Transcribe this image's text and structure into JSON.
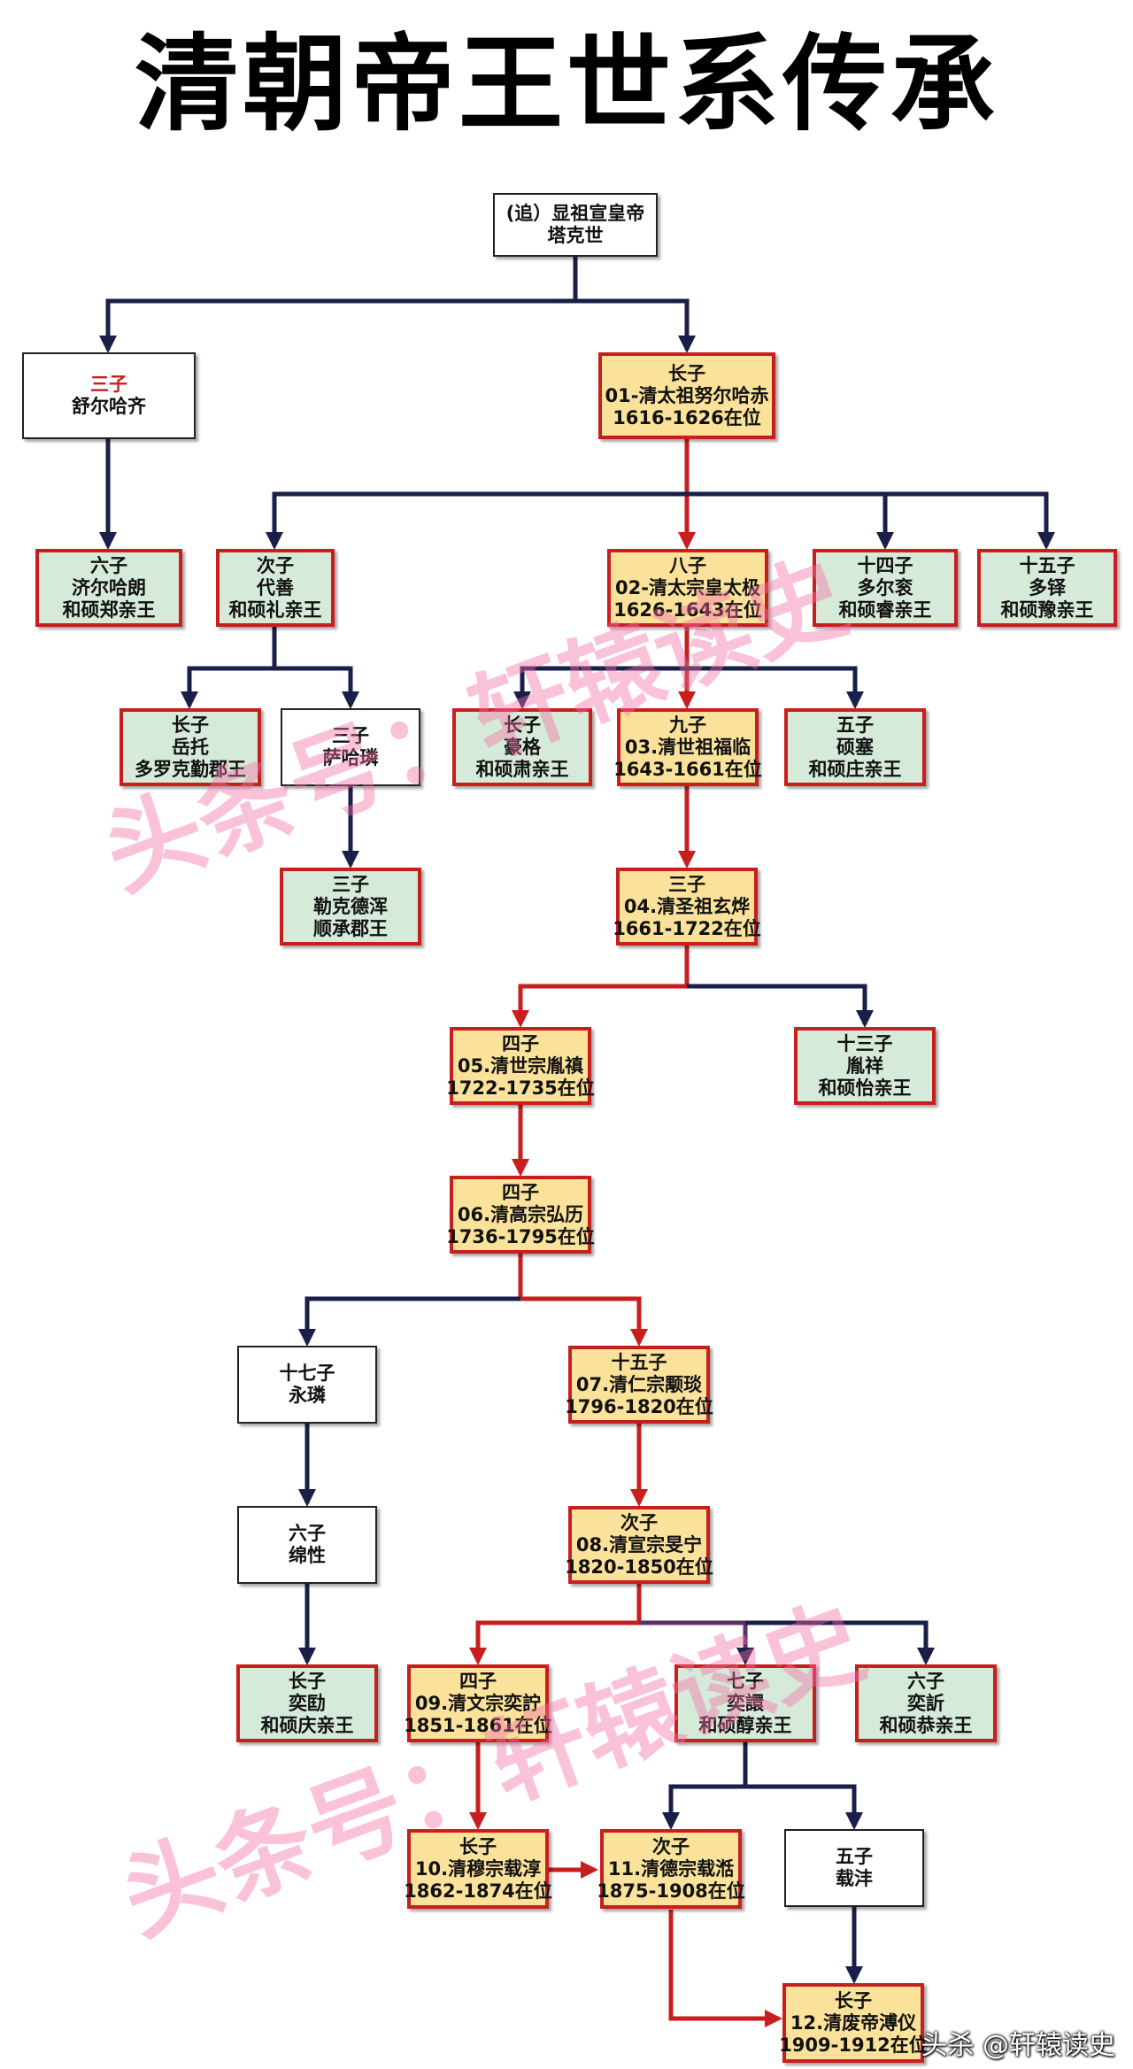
{
  "title": "清朝帝王世系传承",
  "watermark": "头条号：轩辕读史",
  "credit": "头杀 @轩辕读史",
  "colors": {
    "succession_line": "#c81e1e",
    "branch_line": "#1a1f4a",
    "emperor_fill": "#fbe29a",
    "prince_fill": "#d6ead9"
  },
  "nodes": {
    "taksi": {
      "lines": [
        "(追）显祖宣皇帝",
        "塔克世"
      ]
    },
    "shurhaci": {
      "lines": [
        "三子",
        "舒尔哈齐"
      ]
    },
    "nurhaci": {
      "lines": [
        "长子",
        "01-清太祖努尔哈赤",
        "1616-1626在位"
      ]
    },
    "jirgalang": {
      "lines": [
        "六子",
        "济尔哈朗",
        "和硕郑亲王"
      ]
    },
    "daishan": {
      "lines": [
        "次子",
        "代善",
        "和硕礼亲王"
      ]
    },
    "hongtaiji": {
      "lines": [
        "八子",
        "02-清太宗皇太极",
        "1626-1643在位"
      ]
    },
    "dorgon": {
      "lines": [
        "十四子",
        "多尔衮",
        "和硕睿亲王"
      ]
    },
    "dodo": {
      "lines": [
        "十五子",
        "多铎",
        "和硕豫亲王"
      ]
    },
    "yoto": {
      "lines": [
        "长子",
        "岳托",
        "多罗克勤郡王"
      ]
    },
    "sahaliyan": {
      "lines": [
        "三子",
        "萨哈璘"
      ]
    },
    "hooge": {
      "lines": [
        "长子",
        "豪格",
        "和硕肃亲王"
      ]
    },
    "shunzhi": {
      "lines": [
        "九子",
        "03.清世祖福临",
        "1643-1661在位"
      ]
    },
    "shose": {
      "lines": [
        "五子",
        "硕塞",
        "和硕庄亲王"
      ]
    },
    "lekdehun": {
      "lines": [
        "三子",
        "勒克德浑",
        "顺承郡王"
      ]
    },
    "kangxi": {
      "lines": [
        "三子",
        "04.清圣祖玄烨",
        "1661-1722在位"
      ]
    },
    "yongzheng": {
      "lines": [
        "四子",
        "05.清世宗胤禛",
        "1722-1735在位"
      ]
    },
    "yinxiang": {
      "lines": [
        "十三子",
        "胤祥",
        "和硕怡亲王"
      ]
    },
    "qianlong": {
      "lines": [
        "四子",
        "06.清高宗弘历",
        "1736-1795在位"
      ]
    },
    "yonglin": {
      "lines": [
        "十七子",
        "永璘"
      ]
    },
    "jiaqing": {
      "lines": [
        "十五子",
        "07.清仁宗颙琰",
        "1796-1820在位"
      ]
    },
    "mianxing": {
      "lines": [
        "六子",
        "绵性"
      ]
    },
    "daoguang": {
      "lines": [
        "次子",
        "08.清宣宗旻宁",
        "1820-1850在位"
      ]
    },
    "yikuang": {
      "lines": [
        "长子",
        "奕劻",
        "和硕庆亲王"
      ]
    },
    "xianfeng": {
      "lines": [
        "四子",
        "09.清文宗奕詝",
        "1851-1861在位"
      ]
    },
    "yixuan": {
      "lines": [
        "七子",
        "奕譞",
        "和硕醇亲王"
      ]
    },
    "yixin": {
      "lines": [
        "六子",
        "奕訢",
        "和硕恭亲王"
      ]
    },
    "tongzhi": {
      "lines": [
        "长子",
        "10.清穆宗载淳",
        "1862-1874在位"
      ]
    },
    "guangxu": {
      "lines": [
        "次子",
        "11.清德宗载湉",
        "1875-1908在位"
      ]
    },
    "zaifeng": {
      "lines": [
        "五子",
        "载沣"
      ]
    },
    "puyi": {
      "lines": [
        "长子",
        "12.清废帝溥仪",
        "1909-1912在位"
      ]
    }
  }
}
